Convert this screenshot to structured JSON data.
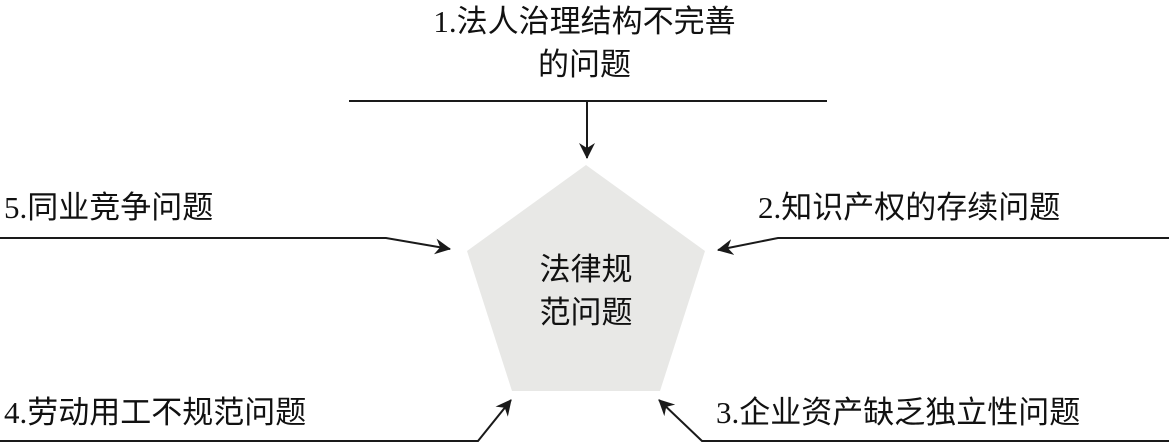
{
  "diagram": {
    "center": {
      "line1": "法律规",
      "line2": "范问题"
    },
    "items": [
      {
        "line1": "1.法人治理结构不完善",
        "line2": "的问题"
      },
      {
        "label": "2.知识产权的存续问题"
      },
      {
        "label": "3.企业资产缺乏独立性问题"
      },
      {
        "label": "4.劳动用工不规范问题"
      },
      {
        "label": "5.同业竞争问题"
      }
    ]
  },
  "colors": {
    "background": "#ffffff",
    "line": "#1a1a1a",
    "text": "#111111",
    "pentagon_fill": "#e8e8e6"
  }
}
